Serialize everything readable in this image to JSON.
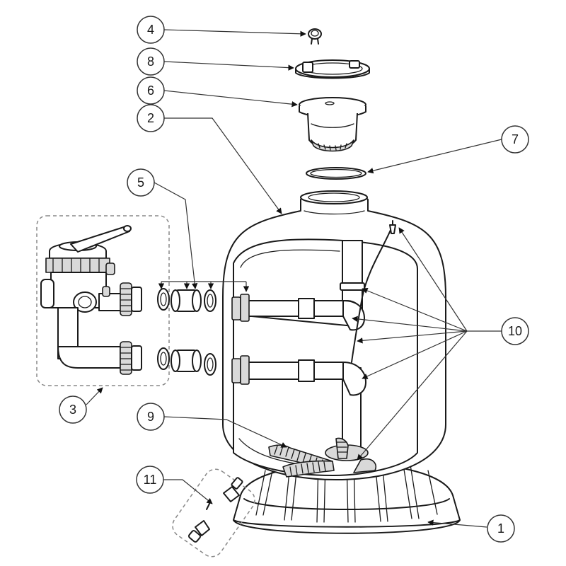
{
  "diagram": {
    "callouts": [
      {
        "id": "c4",
        "label": "4"
      },
      {
        "id": "c8",
        "label": "8"
      },
      {
        "id": "c6",
        "label": "6"
      },
      {
        "id": "c2",
        "label": "2"
      },
      {
        "id": "c7",
        "label": "7"
      },
      {
        "id": "c5",
        "label": "5"
      },
      {
        "id": "c10",
        "label": "10"
      },
      {
        "id": "c3",
        "label": "3"
      },
      {
        "id": "c9",
        "label": "9"
      },
      {
        "id": "c11",
        "label": "11"
      },
      {
        "id": "c1",
        "label": "1"
      }
    ]
  }
}
